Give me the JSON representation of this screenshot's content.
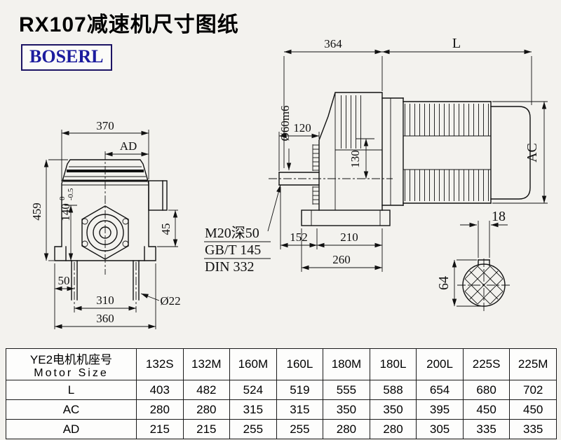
{
  "page": {
    "title": "RX107减速机尺寸图纸",
    "logo": "BOSERL"
  },
  "front_view": {
    "width_top": "370",
    "ad_label": "AD",
    "height": "459",
    "center_height": "140",
    "center_height_sup": "0",
    "center_height_sub": "-0.5",
    "flange_offset": "45",
    "foot_edge": "50",
    "bolt_span": "310",
    "base_width": "360",
    "bolt_dia": "Ø22"
  },
  "side_view": {
    "gearbox_length": "364",
    "motor_length_label": "L",
    "shaft_dia": "Ø60m6",
    "shaft_length": "120",
    "center_dim": "130",
    "ac_label": "AC",
    "tap_note_line1": "M20深50",
    "tap_note_line2": "GB/T 145",
    "tap_note_line3": "DIN 332",
    "foot_front": "152",
    "foot_span": "210",
    "base_length": "260"
  },
  "shaft_end_view": {
    "key_width": "18",
    "key_height": "64"
  },
  "table": {
    "header_line1": "YE2电机机座号",
    "header_line2": "Motor Size",
    "columns": [
      "132S",
      "132M",
      "160M",
      "160L",
      "180M",
      "180L",
      "200L",
      "225S",
      "225M"
    ],
    "rows": [
      {
        "label": "L",
        "values": [
          "403",
          "482",
          "524",
          "519",
          "555",
          "588",
          "654",
          "680",
          "702"
        ]
      },
      {
        "label": "AC",
        "values": [
          "280",
          "280",
          "315",
          "315",
          "350",
          "350",
          "395",
          "450",
          "450"
        ]
      },
      {
        "label": "AD",
        "values": [
          "215",
          "215",
          "255",
          "255",
          "280",
          "280",
          "305",
          "335",
          "335"
        ]
      }
    ]
  },
  "colors": {
    "background": "#f3f2ee",
    "line": "#111111",
    "logo_text": "#1c1c9e",
    "logo_border": "#1c1464"
  }
}
